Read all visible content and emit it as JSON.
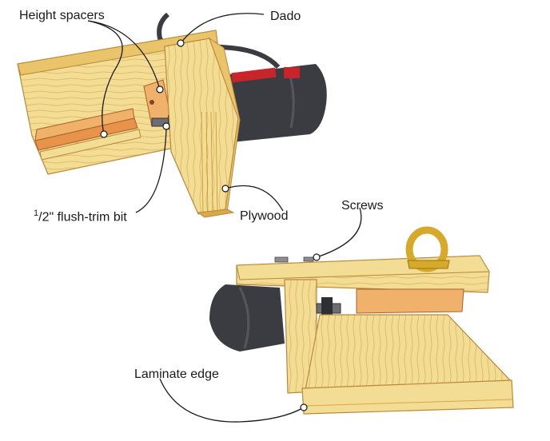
{
  "labels": {
    "height_spacers": "Height spacers",
    "dado": "Dado",
    "bit_fraction_num": "1",
    "bit_rest": "/2\" flush-trim bit",
    "plywood": "Plywood",
    "screws": "Screws",
    "laminate_edge": "Laminate edge"
  },
  "colors": {
    "wood_light": "#f3dc94",
    "wood_mid": "#e9c46a",
    "wood_dark": "#c9952f",
    "spacer_orange": "#e8934a",
    "router_body": "#3b3c42",
    "router_red": "#c8252b",
    "brass": "#d6a92a",
    "line": "#1a1a1a"
  }
}
